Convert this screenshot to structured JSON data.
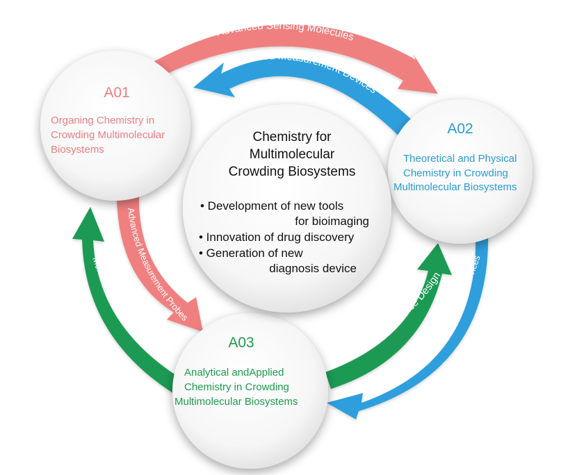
{
  "colors": {
    "red": "#f08080",
    "blue": "#2f9fdc",
    "green": "#1f9a52",
    "a01_text": "#ee7d82",
    "a02_text": "#2a9bd4",
    "a03_text": "#1e9a4f"
  },
  "center": {
    "title_lines": [
      "Chemistry for",
      "Multimolecular",
      "Crowding Biosystems"
    ],
    "bullet1": "•  Development of new tools",
    "bullet1b": "for bioimaging",
    "bullet2": "• Innovation of drug discovery",
    "bullet3": "• Generation of new",
    "bullet3b": "diagnosis device"
  },
  "nodes": {
    "a01": {
      "code": "A01",
      "lines": [
        "Organing Chemistry in",
        "Crowding Multimolecular",
        "Biosystems"
      ]
    },
    "a02": {
      "code": "A02",
      "lines": [
        "Theoretical and Physical",
        "Chemistry in Crowding",
        "Multimolecular Biosystems"
      ]
    },
    "a03": {
      "code": "A03",
      "lines": [
        "Analytical andApplied",
        "Chemistry in Crowding",
        "Multimolecular Biosystems"
      ]
    }
  },
  "arrows": {
    "sensing": "Advanced Sensing Molecules",
    "measurement_devices": "Advanced Measurement Devices",
    "measurement_probes": "Advanced Measurement Probes",
    "molecular_design": "Molecular Design Principle",
    "device_design": "Principles of Device Design",
    "analysis_devices": "Advanced Measurement and Analysis Devices"
  }
}
